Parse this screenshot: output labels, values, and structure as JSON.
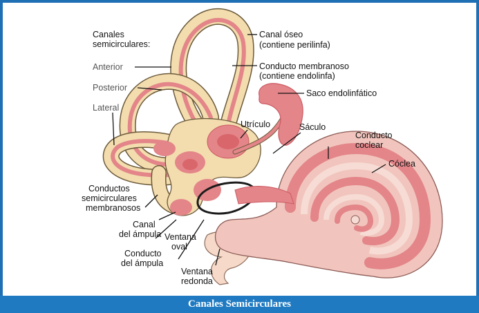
{
  "caption": "Canales Semicirculares",
  "labels": {
    "canales_1": "Canales",
    "canales_2": "semicirculares:",
    "anterior": "Anterior",
    "posterior": "Posterior",
    "lateral": "Lateral",
    "canal_oseo_1": "Canal óseo",
    "canal_oseo_2": "(contiene perilinfa)",
    "conducto_memb_1": "Conducto membranoso",
    "conducto_memb_2": "(contiene endolinfa)",
    "saco": "Saco endolinfático",
    "utriculo": "Utrículo",
    "saculo": "Sáculo",
    "conducto_coclear_1": "Conducto",
    "conducto_coclear_2": "coclear",
    "coclea": "Cóclea",
    "conductos_semi_1": "Conductos",
    "conductos_semi_2": "semicirculares",
    "conductos_semi_3": "membranosos",
    "canal_ampula_1": "Canal",
    "canal_ampula_2": "del ámpula",
    "conducto_ampula_1": "Conducto",
    "conducto_ampula_2": "del ámpula",
    "ventana_oval_1": "Ventana",
    "ventana_oval_2": "oval",
    "ventana_redonda_1": "Ventana",
    "ventana_redonda_2": "redonda"
  },
  "colors": {
    "frame_border": "#1f6fb5",
    "caption_bg": "#1f7ac2",
    "bone": "#f3dcae",
    "bone_outline": "#6b5a3a",
    "membrane": "#e38589",
    "membrane_dark": "#cc5a63",
    "cochlea_outer": "#f1c5bd",
    "vestibule": "#f6d9c8"
  }
}
